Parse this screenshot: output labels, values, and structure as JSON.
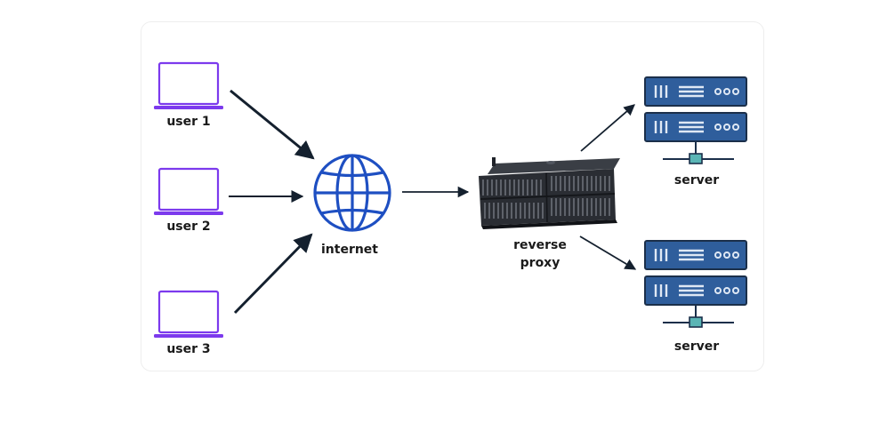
{
  "labels": {
    "user1": "user 1",
    "user2": "user 2",
    "user3": "user 3",
    "internet": "internet",
    "proxy_line1": "reverse",
    "proxy_line2": "proxy",
    "server_top": "server",
    "server_bottom": "server"
  },
  "icons": {
    "laptop": "laptop-icon",
    "globe": "globe-icon",
    "proxy": "reverse-proxy-device-icon",
    "server": "server-rack-icon"
  },
  "colors": {
    "laptop": "#7c3aed",
    "globe": "#1e4fc2",
    "server_fill": "#2f5e9c",
    "server_stroke": "#1b2f4a",
    "connector": "#5ab5b5",
    "arrow": "#14202e",
    "proxy_body": "#2a2d33"
  }
}
